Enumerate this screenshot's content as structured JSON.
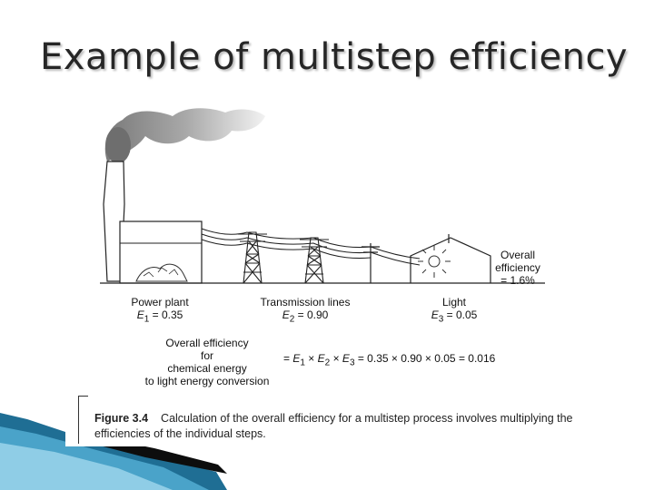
{
  "slide": {
    "title": "Example of multistep efficiency"
  },
  "diagram": {
    "stages": [
      {
        "name": "Power plant",
        "symbol": "E",
        "sub": "1",
        "value": "= 0.35"
      },
      {
        "name": "Transmission lines",
        "symbol": "E",
        "sub": "2",
        "value": "= 0.90"
      },
      {
        "name": "Light",
        "symbol": "E",
        "sub": "3",
        "value": "= 0.05"
      }
    ],
    "overall_efficiency": {
      "line1": "Overall",
      "line2": "efficiency",
      "line3": "= 1.6%"
    },
    "overall_label": {
      "line1": "Overall efficiency",
      "line2": "for",
      "line3": "chemical energy",
      "line4": "to light energy conversion"
    },
    "equation": {
      "lhs": "=",
      "e": "E",
      "s1": "1",
      "s2": "2",
      "s3": "3",
      "times": "×",
      "rhs": "= 0.35 × 0.90 × 0.05 = 0.016"
    }
  },
  "caption": {
    "number": "Figure 3.4",
    "text": "Calculation of the overall efficiency for a multistep process involves multiplying the efficiencies of the individual steps."
  }
}
